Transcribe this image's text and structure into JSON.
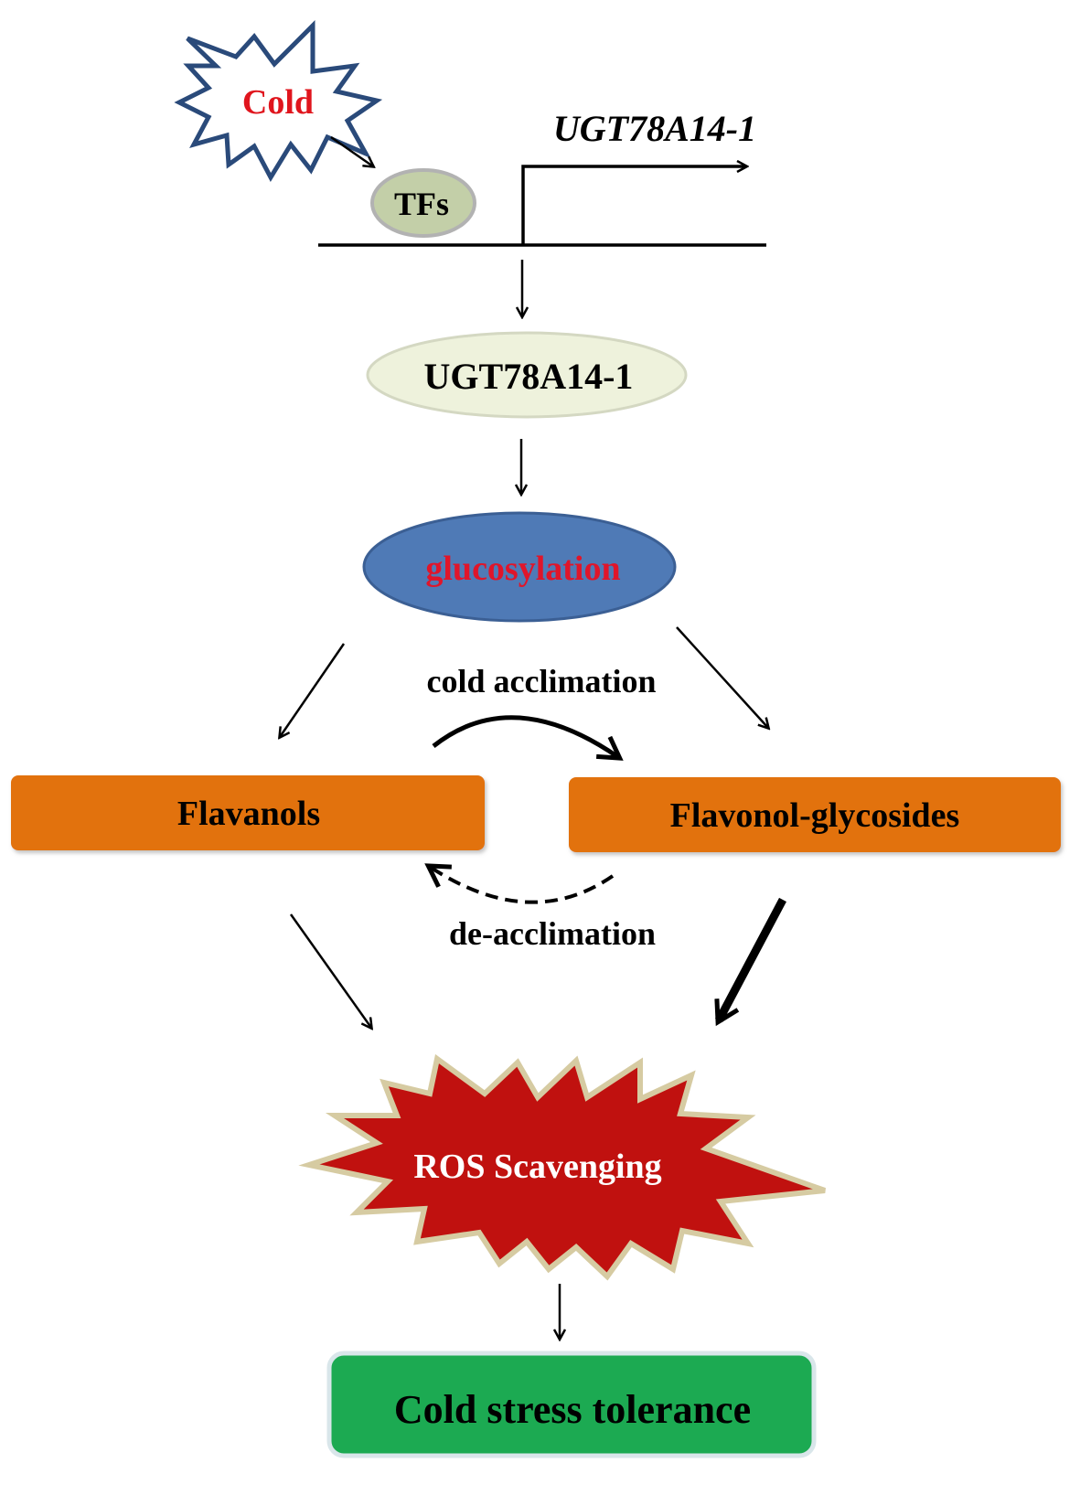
{
  "nodes": {
    "cold": "Cold",
    "tfs": "TFs",
    "gene": "UGT78A14-1",
    "protein": "UGT78A14-1",
    "glucosylation": "glucosylation",
    "flavanols": "Flavanols",
    "flavonol_glycosides": "Flavonol-glycosides",
    "ros": "ROS Scavenging",
    "tolerance": "Cold stress tolerance"
  },
  "edges": {
    "acclimation": "cold acclimation",
    "deacclimation": "de-acclimation"
  },
  "colors": {
    "cold_text": "#e0151d",
    "cold_star_stroke": "#2a4a7a",
    "tfs_fill": "#c3cfa8",
    "protein_fill": "#eef2dc",
    "glucosylation_fill": "#4f7ab6",
    "glucosylation_text": "#e0152a",
    "box_orange": "#e2720e",
    "ros_fill": "#c0110f",
    "ros_stroke": "#d6cba2",
    "tolerance_fill": "#1caa52"
  }
}
